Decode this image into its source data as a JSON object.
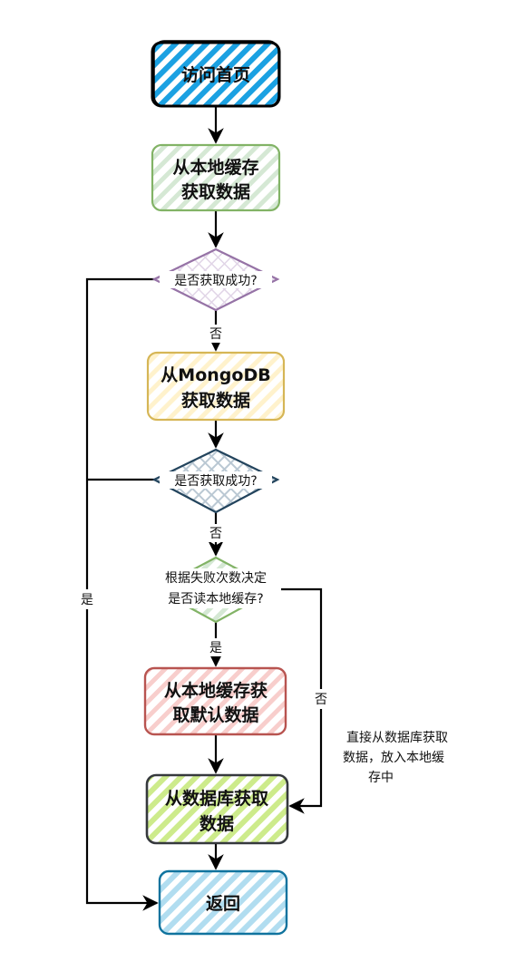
{
  "nodes": {
    "visit": {
      "label": "访问首页"
    },
    "local_cache": {
      "line1": "从本地缓存",
      "line2": "获取数据"
    },
    "check1": {
      "label": "是否获取成功?"
    },
    "mongodb": {
      "line1": "从MongoDB",
      "line2": "获取数据"
    },
    "check2": {
      "label": "是否获取成功?"
    },
    "decide": {
      "line1": "根据失败次数决定",
      "line2": "是否读本地缓存?"
    },
    "default_data": {
      "line1": "从本地缓存获",
      "line2": "取默认数据"
    },
    "database": {
      "line1": "从数据库获取",
      "line2": "数据"
    },
    "return": {
      "label": "返回"
    }
  },
  "edges": {
    "no1": "否",
    "no2": "否",
    "yes_decide": "是",
    "no_decide": "否",
    "yes_return": "是"
  },
  "note": {
    "line1": "直接从数据库获取",
    "line2": "数据，放入本地缓",
    "line3": "存中"
  },
  "colors": {
    "visit_fill": "#1ba1e2",
    "visit_stroke": "#000000",
    "local_fill": "#d5e8d4",
    "local_stroke": "#82b366",
    "check1_fill": "#e1d5e7",
    "check1_stroke": "#9673a6",
    "mongo_fill": "#fff2cc",
    "mongo_stroke": "#d6b656",
    "check2_fill": "#bac8d3",
    "check2_stroke": "#23445d",
    "decide_fill": "#d5e8d4",
    "decide_stroke": "#82b366",
    "default_fill": "#f8cecc",
    "default_stroke": "#b85450",
    "db_fill": "#cdeb8b",
    "db_stroke": "#36393d",
    "return_fill": "#b1ddf0",
    "return_stroke": "#10739e"
  }
}
